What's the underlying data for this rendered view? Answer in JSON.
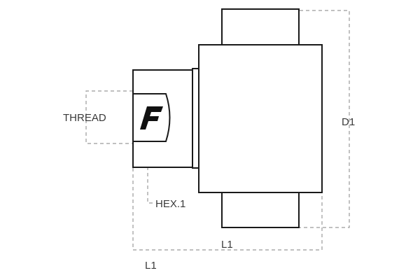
{
  "labels": {
    "thread": "THREAD",
    "hex1": "HEX.1",
    "d1": "D1",
    "l1_inner": "L1",
    "l1_outer": "L1"
  },
  "logo": {
    "letter": "F"
  },
  "colors": {
    "outline": "#1a1a1a",
    "dimension_line": "#9a9a9a",
    "label_text": "#3a3a3a",
    "background": "#ffffff"
  }
}
